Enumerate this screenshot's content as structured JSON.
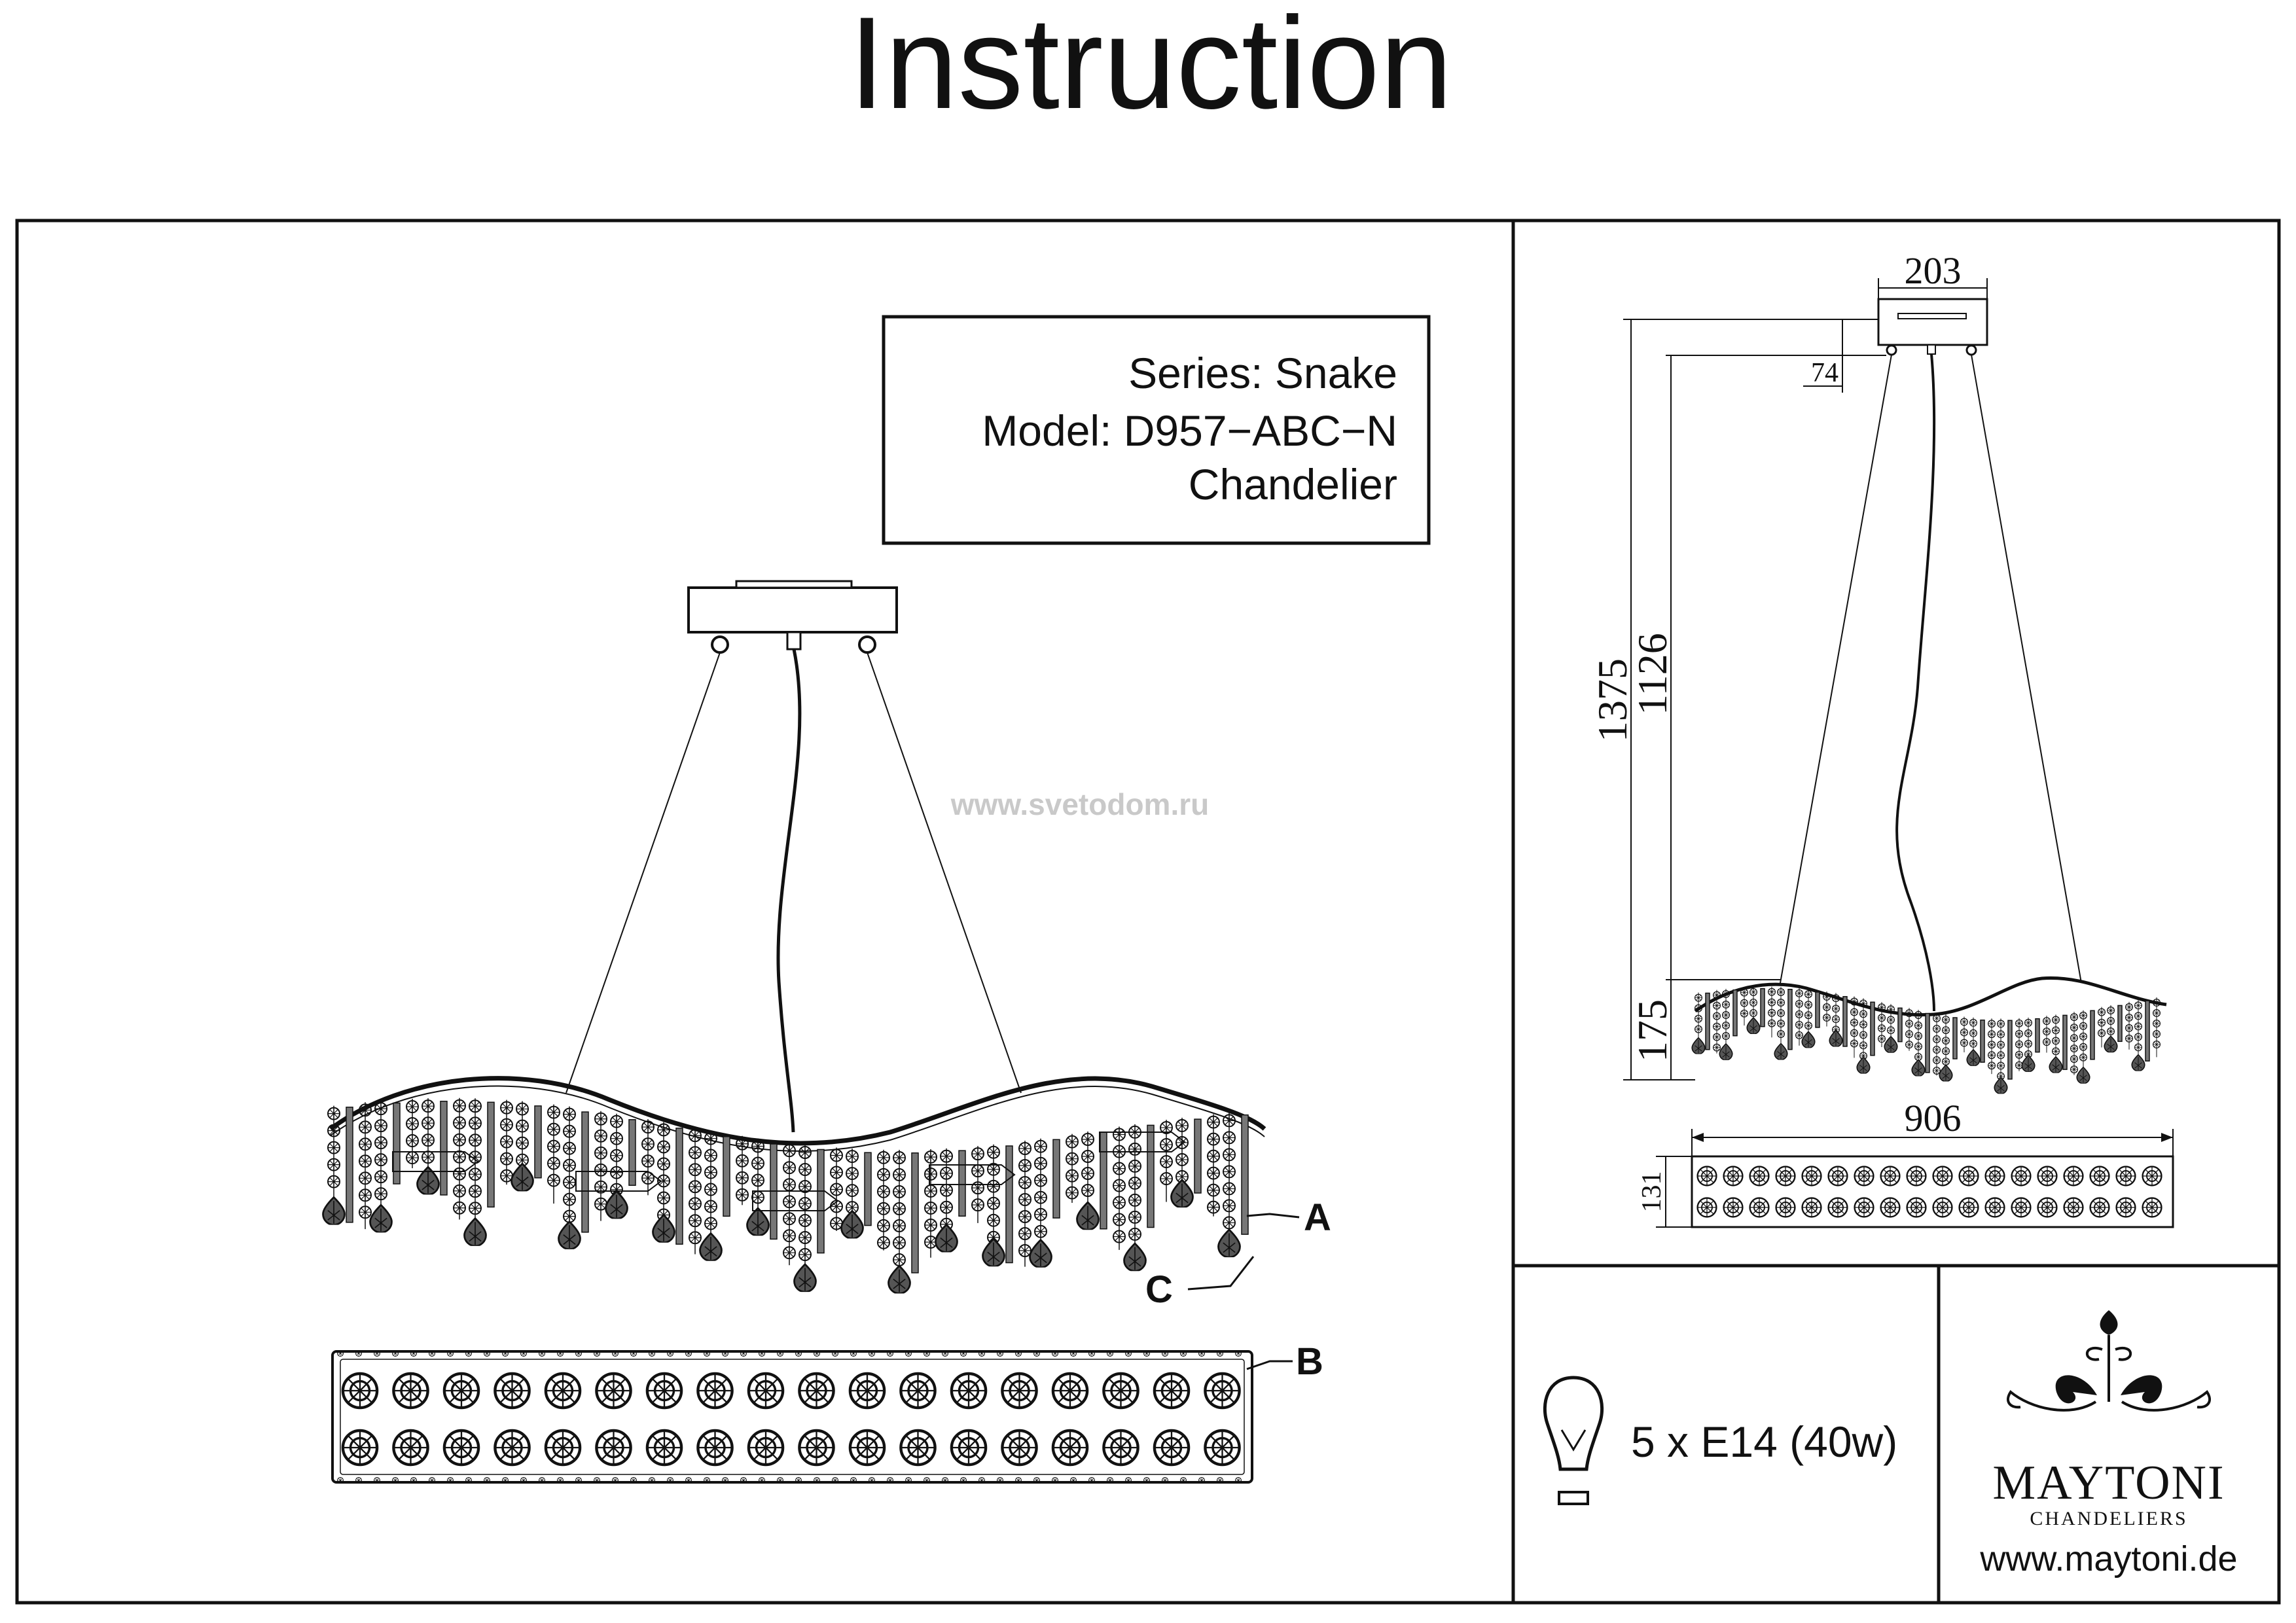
{
  "page": {
    "title": "Instruction"
  },
  "info_box": {
    "series": "Series: Snake",
    "model": "Model: D957−ABC−N",
    "type": "Chandelier"
  },
  "watermark": "www.svetodom.ru",
  "callouts": {
    "a": "A",
    "b": "B",
    "c": "C"
  },
  "dimensions": {
    "canopy_width": "203",
    "canopy_height": "74",
    "total_height": "1375",
    "cable_length": "1126",
    "body_height": "175",
    "body_width": "906",
    "body_depth": "131"
  },
  "lamp": {
    "spec": "5 x E14 (40w)",
    "icon": "light-bulb-icon"
  },
  "brand": {
    "name": "MAYTONI",
    "tagline": "CHANDELIERS",
    "website": "www.maytoni.de",
    "logo": "maytoni-fleur-logo"
  },
  "colors": {
    "ink": "#111111",
    "watermark": "#c9c9c9",
    "background": "#ffffff"
  }
}
